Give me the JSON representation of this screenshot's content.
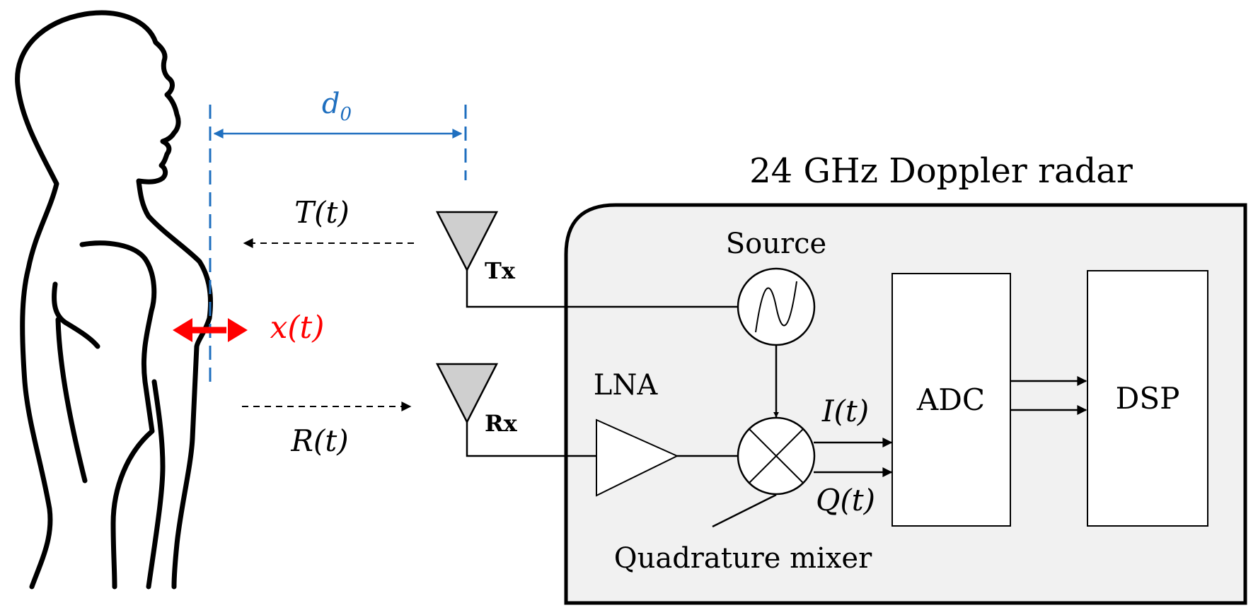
{
  "diagram": {
    "title": "24 GHz Doppler radar",
    "distance_label": {
      "main": "d",
      "sub": "0"
    },
    "tx_signal_label": "T(t)",
    "rx_signal_label": "R(t)",
    "displacement_label": "x(t)",
    "tx_antenna_label": "Tx",
    "rx_antenna_label": "Rx",
    "source_label": "Source",
    "lna_label": "LNA",
    "mixer_label": "Quadrature mixer",
    "i_label": "I(t)",
    "q_label": "Q(t)",
    "adc_label": "ADC",
    "dsp_label": "DSP"
  },
  "colors": {
    "stroke": "#000000",
    "distance": "#1f6fbf",
    "displacement": "#ff0000",
    "radar_fill": "#f1f1f1",
    "antenna_fill": "#cfcfcf"
  }
}
